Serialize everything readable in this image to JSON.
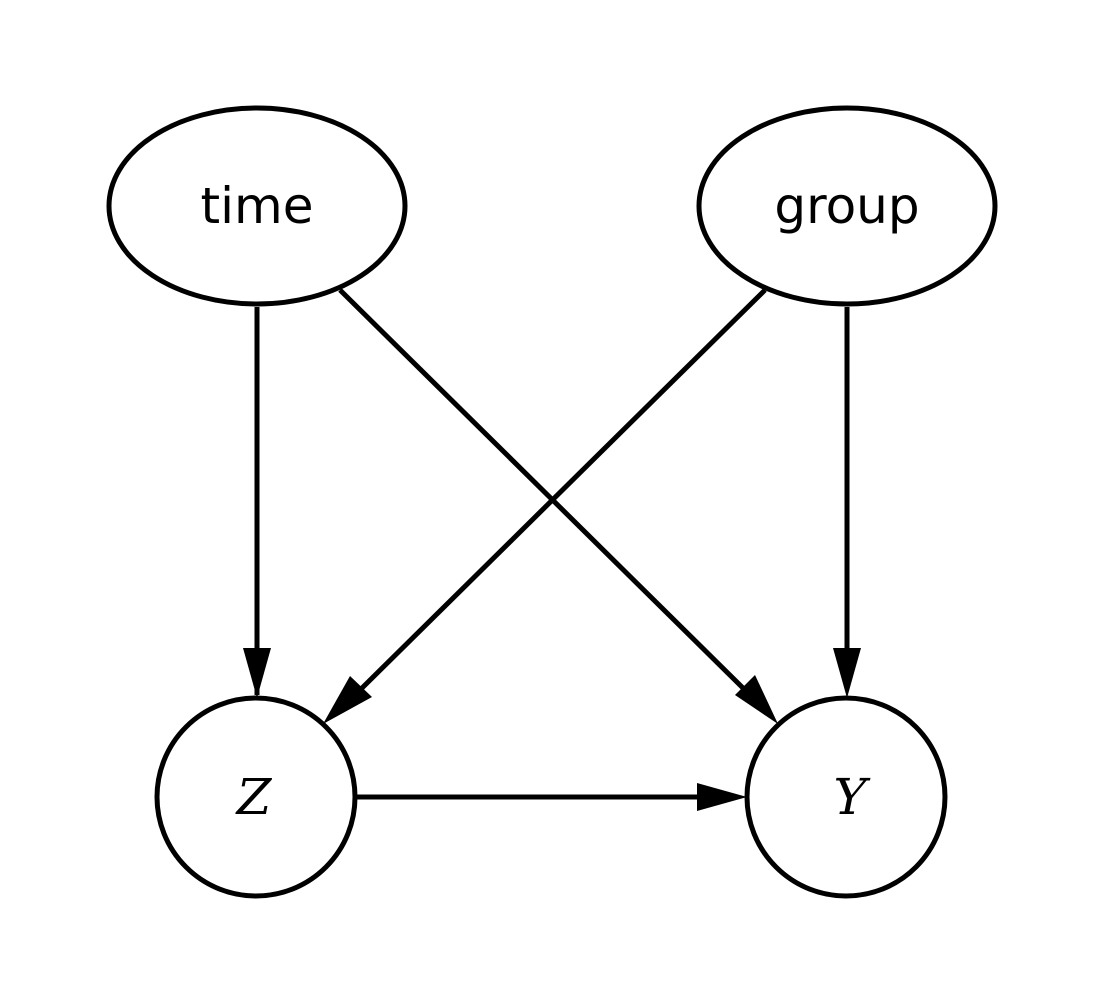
{
  "nodes": {
    "time": {
      "label": "time"
    },
    "group": {
      "label": "group"
    },
    "z": {
      "label": "Z"
    },
    "y": {
      "label": "Y"
    }
  },
  "edges": [
    {
      "from": "time",
      "to": "Z"
    },
    {
      "from": "time",
      "to": "Y"
    },
    {
      "from": "group",
      "to": "Z"
    },
    {
      "from": "group",
      "to": "Y"
    },
    {
      "from": "Z",
      "to": "Y"
    }
  ],
  "colors": {
    "stroke": "#000000",
    "background": "#ffffff"
  }
}
